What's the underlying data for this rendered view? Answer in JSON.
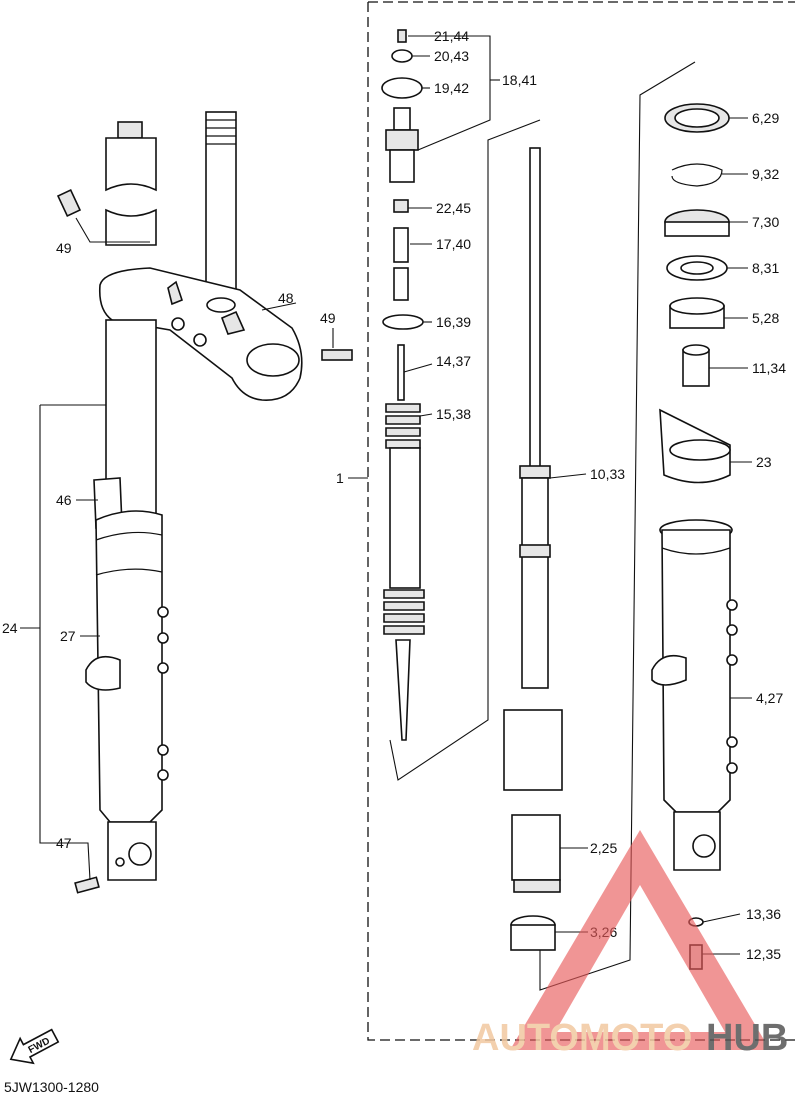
{
  "diagram_code": "5JW1300-1280",
  "fwd_label": "FWD",
  "watermark": {
    "word1": "AUTOMOTO",
    "word2": "HUB",
    "color1": "#f2c8a0",
    "color2": "#555555",
    "triangle_color": "#e85a5a"
  },
  "callouts": {
    "c21_44": "21,44",
    "c20_43": "20,43",
    "c19_42": "19,42",
    "c18_41": "18,41",
    "c22_45": "22,45",
    "c17_40": "17,40",
    "c16_39": "16,39",
    "c14_37": "14,37",
    "c15_38": "15,38",
    "c10_33": "10,33",
    "c6_29": "6,29",
    "c9_32": "9,32",
    "c7_30": "7,30",
    "c8_31": "8,31",
    "c5_28": "5,28",
    "c11_34": "11,34",
    "c23": "23",
    "c4_27": "4,27",
    "c2_25": "2,25",
    "c3_26": "3,26",
    "c13_36": "13,36",
    "c12_35": "12,35",
    "c1": "1",
    "c49a": "49",
    "c48": "48",
    "c49b": "49",
    "c46": "46",
    "c24": "24",
    "c27": "27",
    "c47": "47"
  }
}
